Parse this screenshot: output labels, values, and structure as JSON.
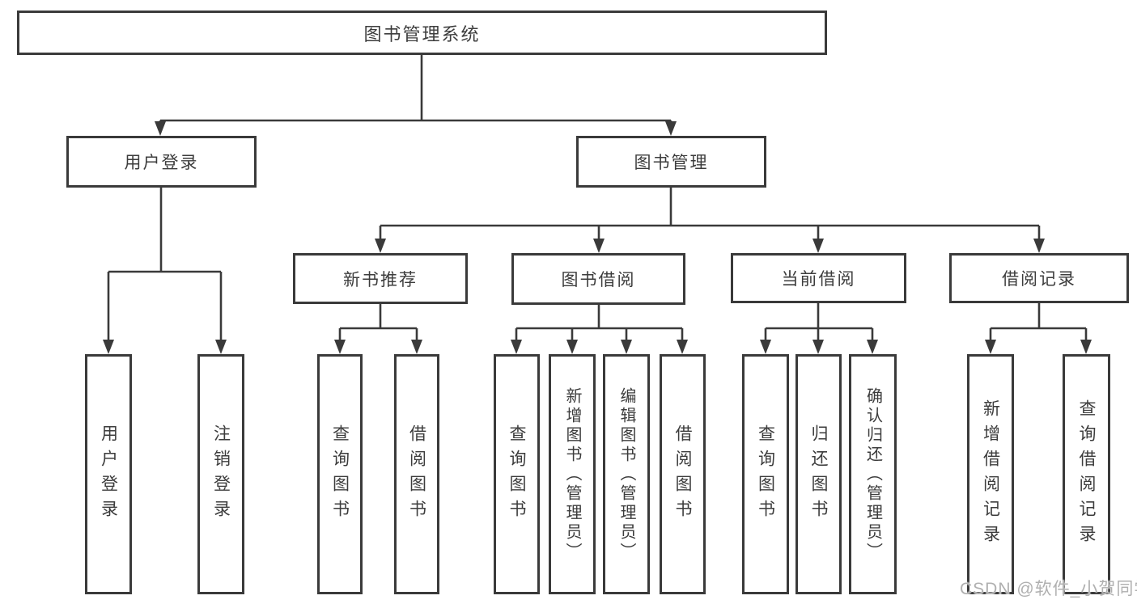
{
  "tree": {
    "label": "图书管理系统",
    "children": [
      {
        "label": "用户登录",
        "children": [
          {
            "label": "用户登录"
          },
          {
            "label": "注销登录"
          }
        ]
      },
      {
        "label": "图书管理",
        "children": [
          {
            "label": "新书推荐",
            "children": [
              {
                "label": "查询图书"
              },
              {
                "label": "借阅图书"
              }
            ]
          },
          {
            "label": "图书借阅",
            "children": [
              {
                "label": "查询图书"
              },
              {
                "label": "新增图书（管理员）"
              },
              {
                "label": "编辑图书（管理员）"
              },
              {
                "label": "借阅图书"
              }
            ]
          },
          {
            "label": "当前借阅",
            "children": [
              {
                "label": "查询图书"
              },
              {
                "label": "归还图书"
              },
              {
                "label": "确认归还（管理员）"
              }
            ]
          },
          {
            "label": "借阅记录",
            "children": [
              {
                "label": "新增借阅记录"
              },
              {
                "label": "查询借阅记录"
              }
            ]
          }
        ]
      }
    ]
  },
  "watermark": {
    "text": "CSDN @软件_小贺同学"
  },
  "colors": {
    "line": "#3a3a3a",
    "text": "#3c3c3c",
    "background": "#ffffff",
    "watermark": "#b0b0b0"
  }
}
